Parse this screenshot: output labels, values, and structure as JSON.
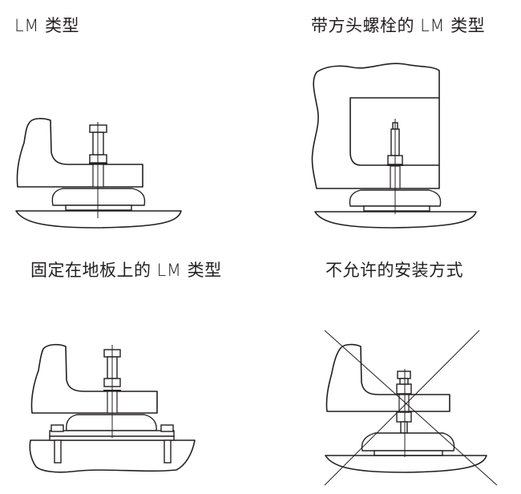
{
  "panels": [
    {
      "id": "lm-type",
      "title": "LM 类型"
    },
    {
      "id": "lm-type-square-head-bolt",
      "title": "带方头螺栓的 LM 类型"
    },
    {
      "id": "lm-type-fixed-to-floor",
      "title": "固定在地板上的 LM 类型"
    },
    {
      "id": "not-permitted",
      "title": "不允许的安装方式"
    }
  ],
  "colors": {
    "line": "#231f20",
    "background": "#ffffff"
  }
}
